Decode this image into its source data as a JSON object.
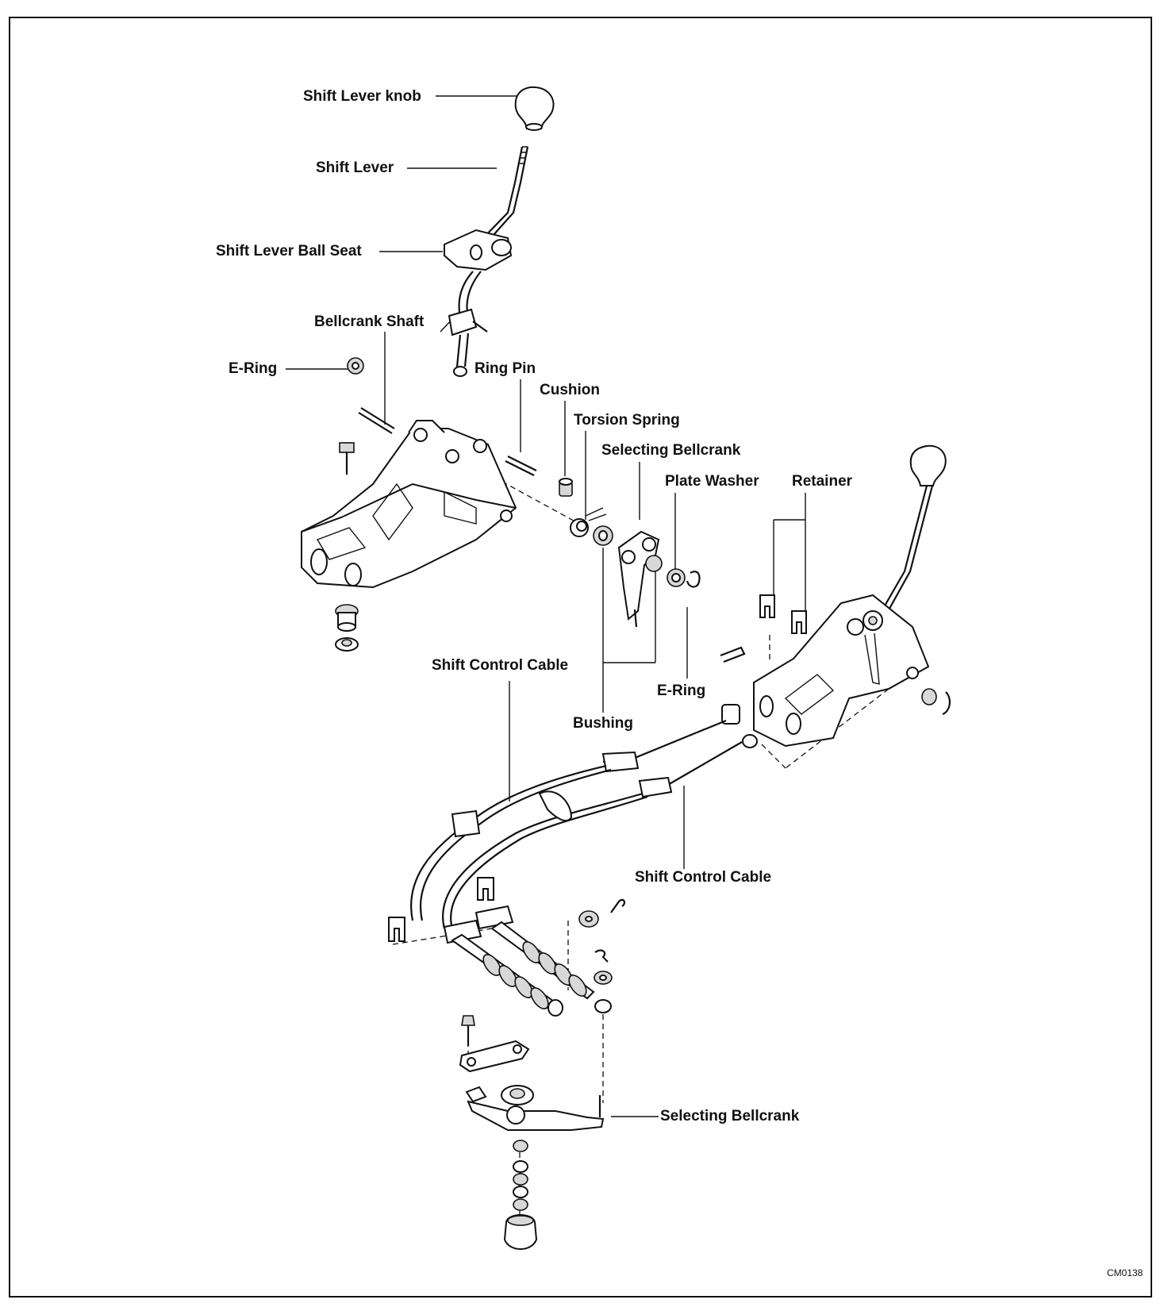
{
  "labels": {
    "shift_lever_knob": "Shift Lever knob",
    "shift_lever": "Shift Lever",
    "shift_lever_ball_seat": "Shift Lever Ball Seat",
    "bellcrank_shaft": "Bellcrank Shaft",
    "e_ring_top": "E-Ring",
    "ring_pin": "Ring Pin",
    "cushion": "Cushion",
    "torsion_spring": "Torsion Spring",
    "selecting_bellcrank_top": "Selecting Bellcrank",
    "plate_washer": "Plate Washer",
    "retainer": "Retainer",
    "shift_control_cable_top": "Shift Control Cable",
    "e_ring_mid": "E-Ring",
    "bushing": "Bushing",
    "shift_control_cable_bottom": "Shift Control Cable",
    "selecting_bellcrank_bottom": "Selecting Bellcrank"
  },
  "figure_code": "CM0138"
}
